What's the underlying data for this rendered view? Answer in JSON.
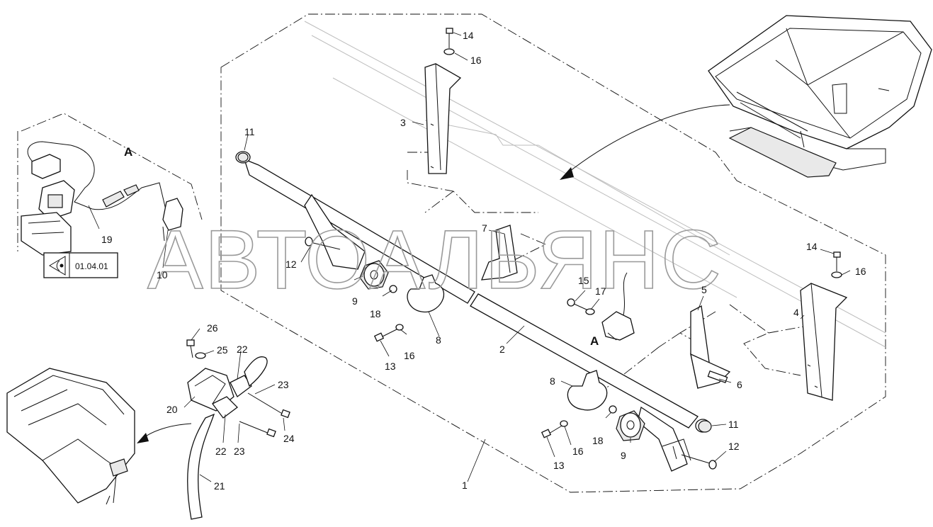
{
  "view_label": "A",
  "callout_label": "A",
  "reference": {
    "icon": "eye-icon",
    "code": "01.04.01"
  },
  "watermark": "АВТОАЛЬЯНС",
  "part_labels": [
    {
      "id": "p1",
      "text": "1"
    },
    {
      "id": "p2",
      "text": "2"
    },
    {
      "id": "p3",
      "text": "3"
    },
    {
      "id": "p4",
      "text": "4"
    },
    {
      "id": "p5",
      "text": "5"
    },
    {
      "id": "p6",
      "text": "6"
    },
    {
      "id": "p7",
      "text": "7"
    },
    {
      "id": "p8a",
      "text": "8"
    },
    {
      "id": "p8b",
      "text": "8"
    },
    {
      "id": "p9a",
      "text": "9"
    },
    {
      "id": "p9b",
      "text": "9"
    },
    {
      "id": "p10",
      "text": "10"
    },
    {
      "id": "p11a",
      "text": "11"
    },
    {
      "id": "p11b",
      "text": "11"
    },
    {
      "id": "p12a",
      "text": "12"
    },
    {
      "id": "p12b",
      "text": "12"
    },
    {
      "id": "p13a",
      "text": "13"
    },
    {
      "id": "p13b",
      "text": "13"
    },
    {
      "id": "p14a",
      "text": "14"
    },
    {
      "id": "p14b",
      "text": "14"
    },
    {
      "id": "p15",
      "text": "15"
    },
    {
      "id": "p16a",
      "text": "16"
    },
    {
      "id": "p16b",
      "text": "16"
    },
    {
      "id": "p16c",
      "text": "16"
    },
    {
      "id": "p16d",
      "text": "16"
    },
    {
      "id": "p17",
      "text": "17"
    },
    {
      "id": "p18a",
      "text": "18"
    },
    {
      "id": "p18b",
      "text": "18"
    },
    {
      "id": "p19",
      "text": "19"
    },
    {
      "id": "p20",
      "text": "20"
    },
    {
      "id": "p21",
      "text": "21"
    },
    {
      "id": "p22a",
      "text": "22"
    },
    {
      "id": "p22b",
      "text": "22"
    },
    {
      "id": "p23a",
      "text": "23"
    },
    {
      "id": "p23b",
      "text": "23"
    },
    {
      "id": "p24",
      "text": "24"
    },
    {
      "id": "p25",
      "text": "25"
    },
    {
      "id": "p26",
      "text": "26"
    }
  ]
}
